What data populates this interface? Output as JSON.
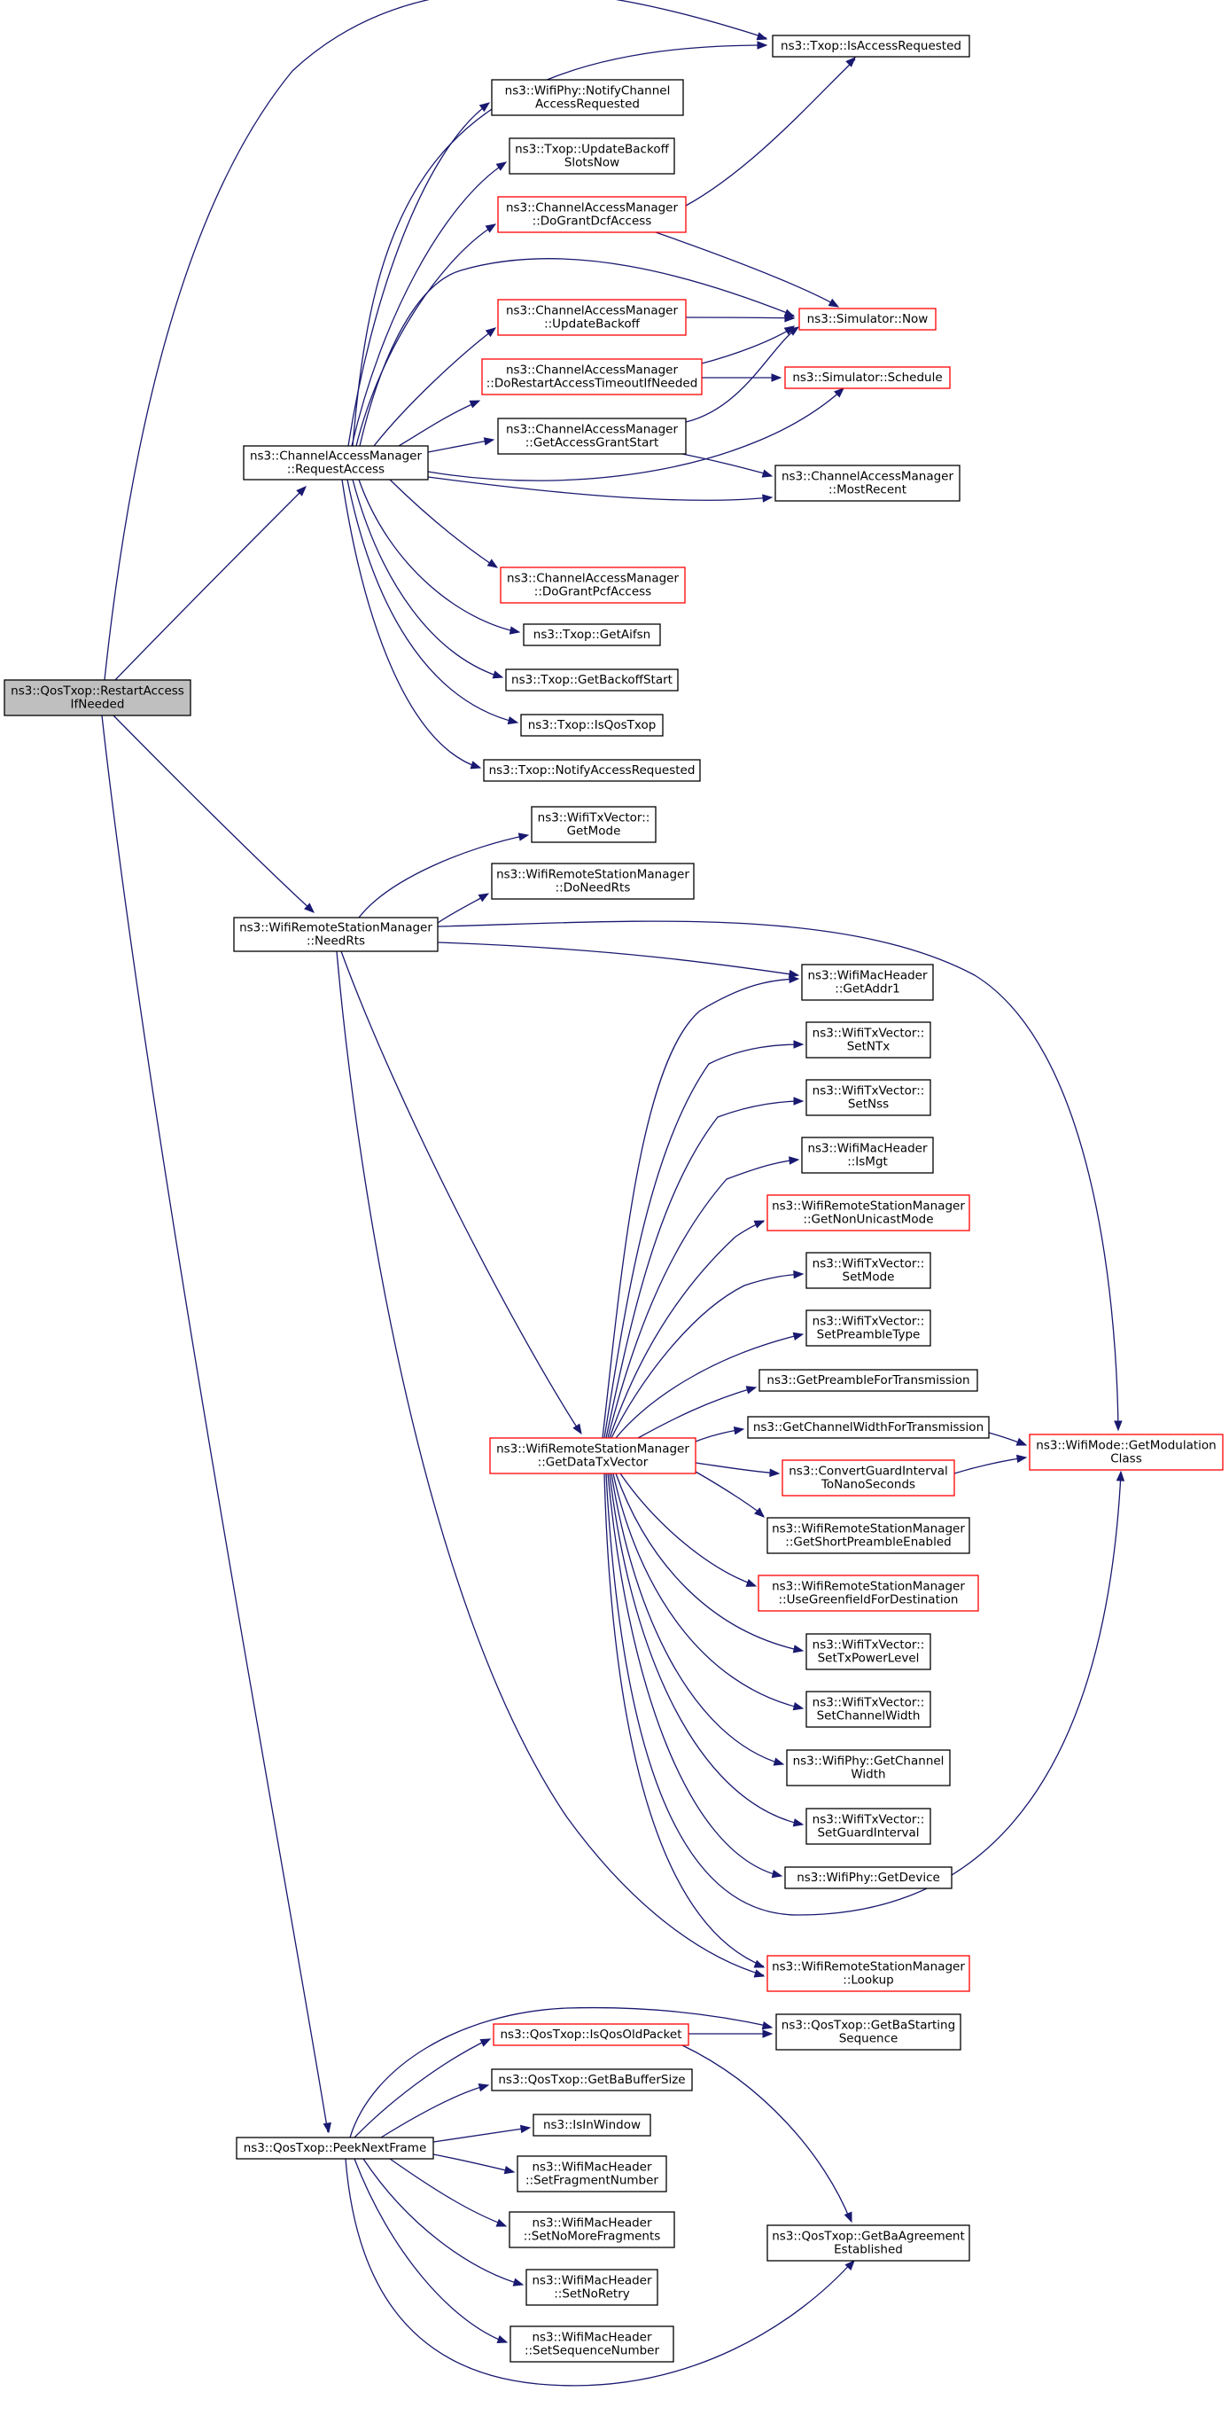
{
  "colors": {
    "edge": "#191970",
    "border_black": "#000000",
    "border_red": "#ff0000",
    "root_fill": "#bfbfbf",
    "node_fill": "#ffffff"
  },
  "nodes": [
    {
      "id": "root",
      "lines": [
        "ns3::QosTxop::RestartAccess",
        "IfNeeded"
      ],
      "style": "root"
    },
    {
      "id": "cam_ra",
      "lines": [
        "ns3::ChannelAccessManager",
        "::RequestAccess"
      ],
      "style": "black"
    },
    {
      "id": "rsm_needrts",
      "lines": [
        "ns3::WifiRemoteStationManager",
        "::NeedRts"
      ],
      "style": "black"
    },
    {
      "id": "qos_peek",
      "lines": [
        "ns3::QosTxop::PeekNextFrame"
      ],
      "style": "black"
    },
    {
      "id": "txop_isaccreq",
      "lines": [
        "ns3::Txop::IsAccessRequested"
      ],
      "style": "black"
    },
    {
      "id": "phy_notify",
      "lines": [
        "ns3::WifiPhy::NotifyChannel",
        "AccessRequested"
      ],
      "style": "black"
    },
    {
      "id": "txop_updbackoff",
      "lines": [
        "ns3::Txop::UpdateBackoff",
        "SlotsNow"
      ],
      "style": "black"
    },
    {
      "id": "cam_dogrant_dcf",
      "lines": [
        "ns3::ChannelAccessManager",
        "::DoGrantDcfAccess"
      ],
      "style": "red"
    },
    {
      "id": "cam_updbackoff",
      "lines": [
        "ns3::ChannelAccessManager",
        "::UpdateBackoff"
      ],
      "style": "red"
    },
    {
      "id": "cam_dorestart",
      "lines": [
        "ns3::ChannelAccessManager",
        "::DoRestartAccessTimeoutIfNeeded"
      ],
      "style": "red"
    },
    {
      "id": "cam_getgrant",
      "lines": [
        "ns3::ChannelAccessManager",
        "::GetAccessGrantStart"
      ],
      "style": "black"
    },
    {
      "id": "sim_now",
      "lines": [
        "ns3::Simulator::Now"
      ],
      "style": "red"
    },
    {
      "id": "sim_schedule",
      "lines": [
        "ns3::Simulator::Schedule"
      ],
      "style": "red"
    },
    {
      "id": "cam_mostrecent",
      "lines": [
        "ns3::ChannelAccessManager",
        "::MostRecent"
      ],
      "style": "black"
    },
    {
      "id": "cam_dogrant_pcf",
      "lines": [
        "ns3::ChannelAccessManager",
        "::DoGrantPcfAccess"
      ],
      "style": "red"
    },
    {
      "id": "txop_getaifsn",
      "lines": [
        "ns3::Txop::GetAifsn"
      ],
      "style": "black"
    },
    {
      "id": "txop_getbackoffstart",
      "lines": [
        "ns3::Txop::GetBackoffStart"
      ],
      "style": "black"
    },
    {
      "id": "txop_isqos",
      "lines": [
        "ns3::Txop::IsQosTxop"
      ],
      "style": "black"
    },
    {
      "id": "txop_notifyacc",
      "lines": [
        "ns3::Txop::NotifyAccessRequested"
      ],
      "style": "black"
    },
    {
      "id": "txv_getmode",
      "lines": [
        "ns3::WifiTxVector::",
        "GetMode"
      ],
      "style": "black"
    },
    {
      "id": "rsm_doneedrts",
      "lines": [
        "ns3::WifiRemoteStationManager",
        "::DoNeedRts"
      ],
      "style": "black"
    },
    {
      "id": "mac_getaddr1",
      "lines": [
        "ns3::WifiMacHeader",
        "::GetAddr1"
      ],
      "style": "black"
    },
    {
      "id": "txv_setntx",
      "lines": [
        "ns3::WifiTxVector::",
        "SetNTx"
      ],
      "style": "black"
    },
    {
      "id": "txv_setnss",
      "lines": [
        "ns3::WifiTxVector::",
        "SetNss"
      ],
      "style": "black"
    },
    {
      "id": "mac_ismgt",
      "lines": [
        "ns3::WifiMacHeader",
        "::IsMgt"
      ],
      "style": "black"
    },
    {
      "id": "rsm_getnonunicast",
      "lines": [
        "ns3::WifiRemoteStationManager",
        "::GetNonUnicastMode"
      ],
      "style": "red"
    },
    {
      "id": "txv_setmode",
      "lines": [
        "ns3::WifiTxVector::",
        "SetMode"
      ],
      "style": "black"
    },
    {
      "id": "txv_setpreamble",
      "lines": [
        "ns3::WifiTxVector::",
        "SetPreambleType"
      ],
      "style": "black"
    },
    {
      "id": "getpreamble",
      "lines": [
        "ns3::GetPreambleForTransmission"
      ],
      "style": "black"
    },
    {
      "id": "getchanwidth",
      "lines": [
        "ns3::GetChannelWidthForTransmission"
      ],
      "style": "black"
    },
    {
      "id": "rsm_getdatatx",
      "lines": [
        "ns3::WifiRemoteStationManager",
        "::GetDataTxVector"
      ],
      "style": "red"
    },
    {
      "id": "convertgi",
      "lines": [
        "ns3::ConvertGuardInterval",
        "ToNanoSeconds"
      ],
      "style": "red"
    },
    {
      "id": "wifimode_getmod",
      "lines": [
        "ns3::WifiMode::GetModulation",
        "Class"
      ],
      "style": "red"
    },
    {
      "id": "rsm_getshortpre",
      "lines": [
        "ns3::WifiRemoteStationManager",
        "::GetShortPreambleEnabled"
      ],
      "style": "black"
    },
    {
      "id": "rsm_usegreen",
      "lines": [
        "ns3::WifiRemoteStationManager",
        "::UseGreenfieldForDestination"
      ],
      "style": "red"
    },
    {
      "id": "txv_settxpower",
      "lines": [
        "ns3::WifiTxVector::",
        "SetTxPowerLevel"
      ],
      "style": "black"
    },
    {
      "id": "txv_setchanwidth",
      "lines": [
        "ns3::WifiTxVector::",
        "SetChannelWidth"
      ],
      "style": "black"
    },
    {
      "id": "phy_getchanwidth",
      "lines": [
        "ns3::WifiPhy::GetChannel",
        "Width"
      ],
      "style": "black"
    },
    {
      "id": "txv_setgi",
      "lines": [
        "ns3::WifiTxVector::",
        "SetGuardInterval"
      ],
      "style": "black"
    },
    {
      "id": "phy_getdevice",
      "lines": [
        "ns3::WifiPhy::GetDevice"
      ],
      "style": "black"
    },
    {
      "id": "rsm_lookup",
      "lines": [
        "ns3::WifiRemoteStationManager",
        "::Lookup"
      ],
      "style": "red"
    },
    {
      "id": "qos_isqosold",
      "lines": [
        "ns3::QosTxop::IsQosOldPacket"
      ],
      "style": "red"
    },
    {
      "id": "qos_getbastart",
      "lines": [
        "ns3::QosTxop::GetBaStarting",
        "Sequence"
      ],
      "style": "black"
    },
    {
      "id": "qos_getbabuf",
      "lines": [
        "ns3::QosTxop::GetBaBufferSize"
      ],
      "style": "black"
    },
    {
      "id": "isinwindow",
      "lines": [
        "ns3::IsInWindow"
      ],
      "style": "black"
    },
    {
      "id": "mac_setfrag",
      "lines": [
        "ns3::WifiMacHeader",
        "::SetFragmentNumber"
      ],
      "style": "black"
    },
    {
      "id": "mac_setnomore",
      "lines": [
        "ns3::WifiMacHeader",
        "::SetNoMoreFragments"
      ],
      "style": "black"
    },
    {
      "id": "qos_getbaagree",
      "lines": [
        "ns3::QosTxop::GetBaAgreement",
        "Established"
      ],
      "style": "black"
    },
    {
      "id": "mac_setnoretry",
      "lines": [
        "ns3::WifiMacHeader",
        "::SetNoRetry"
      ],
      "style": "black"
    },
    {
      "id": "mac_setseq",
      "lines": [
        "ns3::WifiMacHeader",
        "::SetSequenceNumber"
      ],
      "style": "black"
    }
  ]
}
